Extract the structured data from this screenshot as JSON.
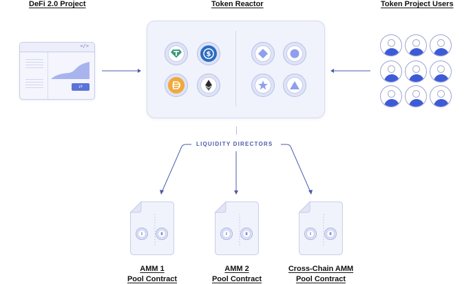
{
  "titles": {
    "defi_project": "DeFi 2.0 Project",
    "token_reactor": "Token Reactor",
    "token_project_users": "Token Project Users"
  },
  "defi_window": {
    "code_icon": "</>",
    "button_icon": "⇄"
  },
  "reactor": {
    "left_tokens": [
      {
        "name": "tether",
        "icon": "tether-icon",
        "color": "#3a9a7b"
      },
      {
        "name": "usdc",
        "icon": "usdc-icon",
        "color": "#2d6cc0"
      },
      {
        "name": "dai",
        "icon": "dai-icon",
        "color": "#f0a93b"
      },
      {
        "name": "ethereum",
        "icon": "ethereum-icon",
        "color": "#2b2b2b"
      }
    ],
    "right_tokens": [
      {
        "name": "diamond-token",
        "icon": "diamond-icon"
      },
      {
        "name": "circle-token",
        "icon": "circle-icon"
      },
      {
        "name": "star-token",
        "icon": "star-icon"
      },
      {
        "name": "triangle-token",
        "icon": "triangle-icon"
      }
    ]
  },
  "users": {
    "count": 9
  },
  "liquidity_label": "LIQUIDITY DIRECTORS",
  "pools": [
    {
      "line1": "AMM 1",
      "line2": "Pool Contract",
      "coin_a": "I",
      "coin_b": "II"
    },
    {
      "line1": "AMM 2",
      "line2": "Pool Contract",
      "coin_a": "I",
      "coin_b": "II"
    },
    {
      "line1": "Cross-Chain AMM",
      "line2": "Pool Contract",
      "coin_a": "I",
      "coin_b": "II"
    }
  ],
  "colors": {
    "accent": "#3d5bd6",
    "arrow": "#4a5aa8",
    "panel": "#f1f3fc"
  }
}
